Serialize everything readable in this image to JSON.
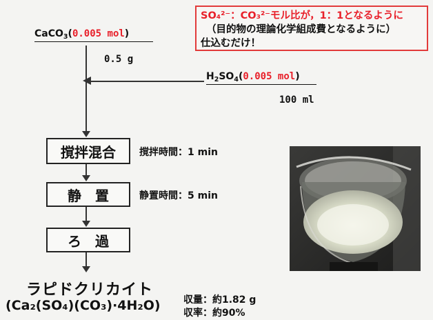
{
  "note": {
    "line1": "SO₄²⁻：CO₃²⁻モル比が，1：1となるように",
    "line2": "（目的物の理論化学組成費となるように）",
    "line3": "仕込むだけ！"
  },
  "reagent1": {
    "formula": "CaCO",
    "sub": "3",
    "amount": "0.005 mol",
    "mass": "0.5 g"
  },
  "reagent2": {
    "formula_a": "H",
    "sub_a": "2",
    "formula_b": "SO",
    "sub_b": "4",
    "amount": "0.005 mol",
    "volume": "100 ml"
  },
  "steps": [
    {
      "label": "撹拌混合",
      "note": "撹拌時間：1 min"
    },
    {
      "label": "静　置",
      "note": "静置時間：5 min"
    },
    {
      "label": "ろ　過",
      "note": ""
    }
  ],
  "product": {
    "name": "ラピドクリカイト",
    "formula": "(Ca₂(SO₄)(CO₃)·4H₂O)",
    "yield_amount": "収量：約1.82 g",
    "yield_rate": "収率：約90%"
  }
}
